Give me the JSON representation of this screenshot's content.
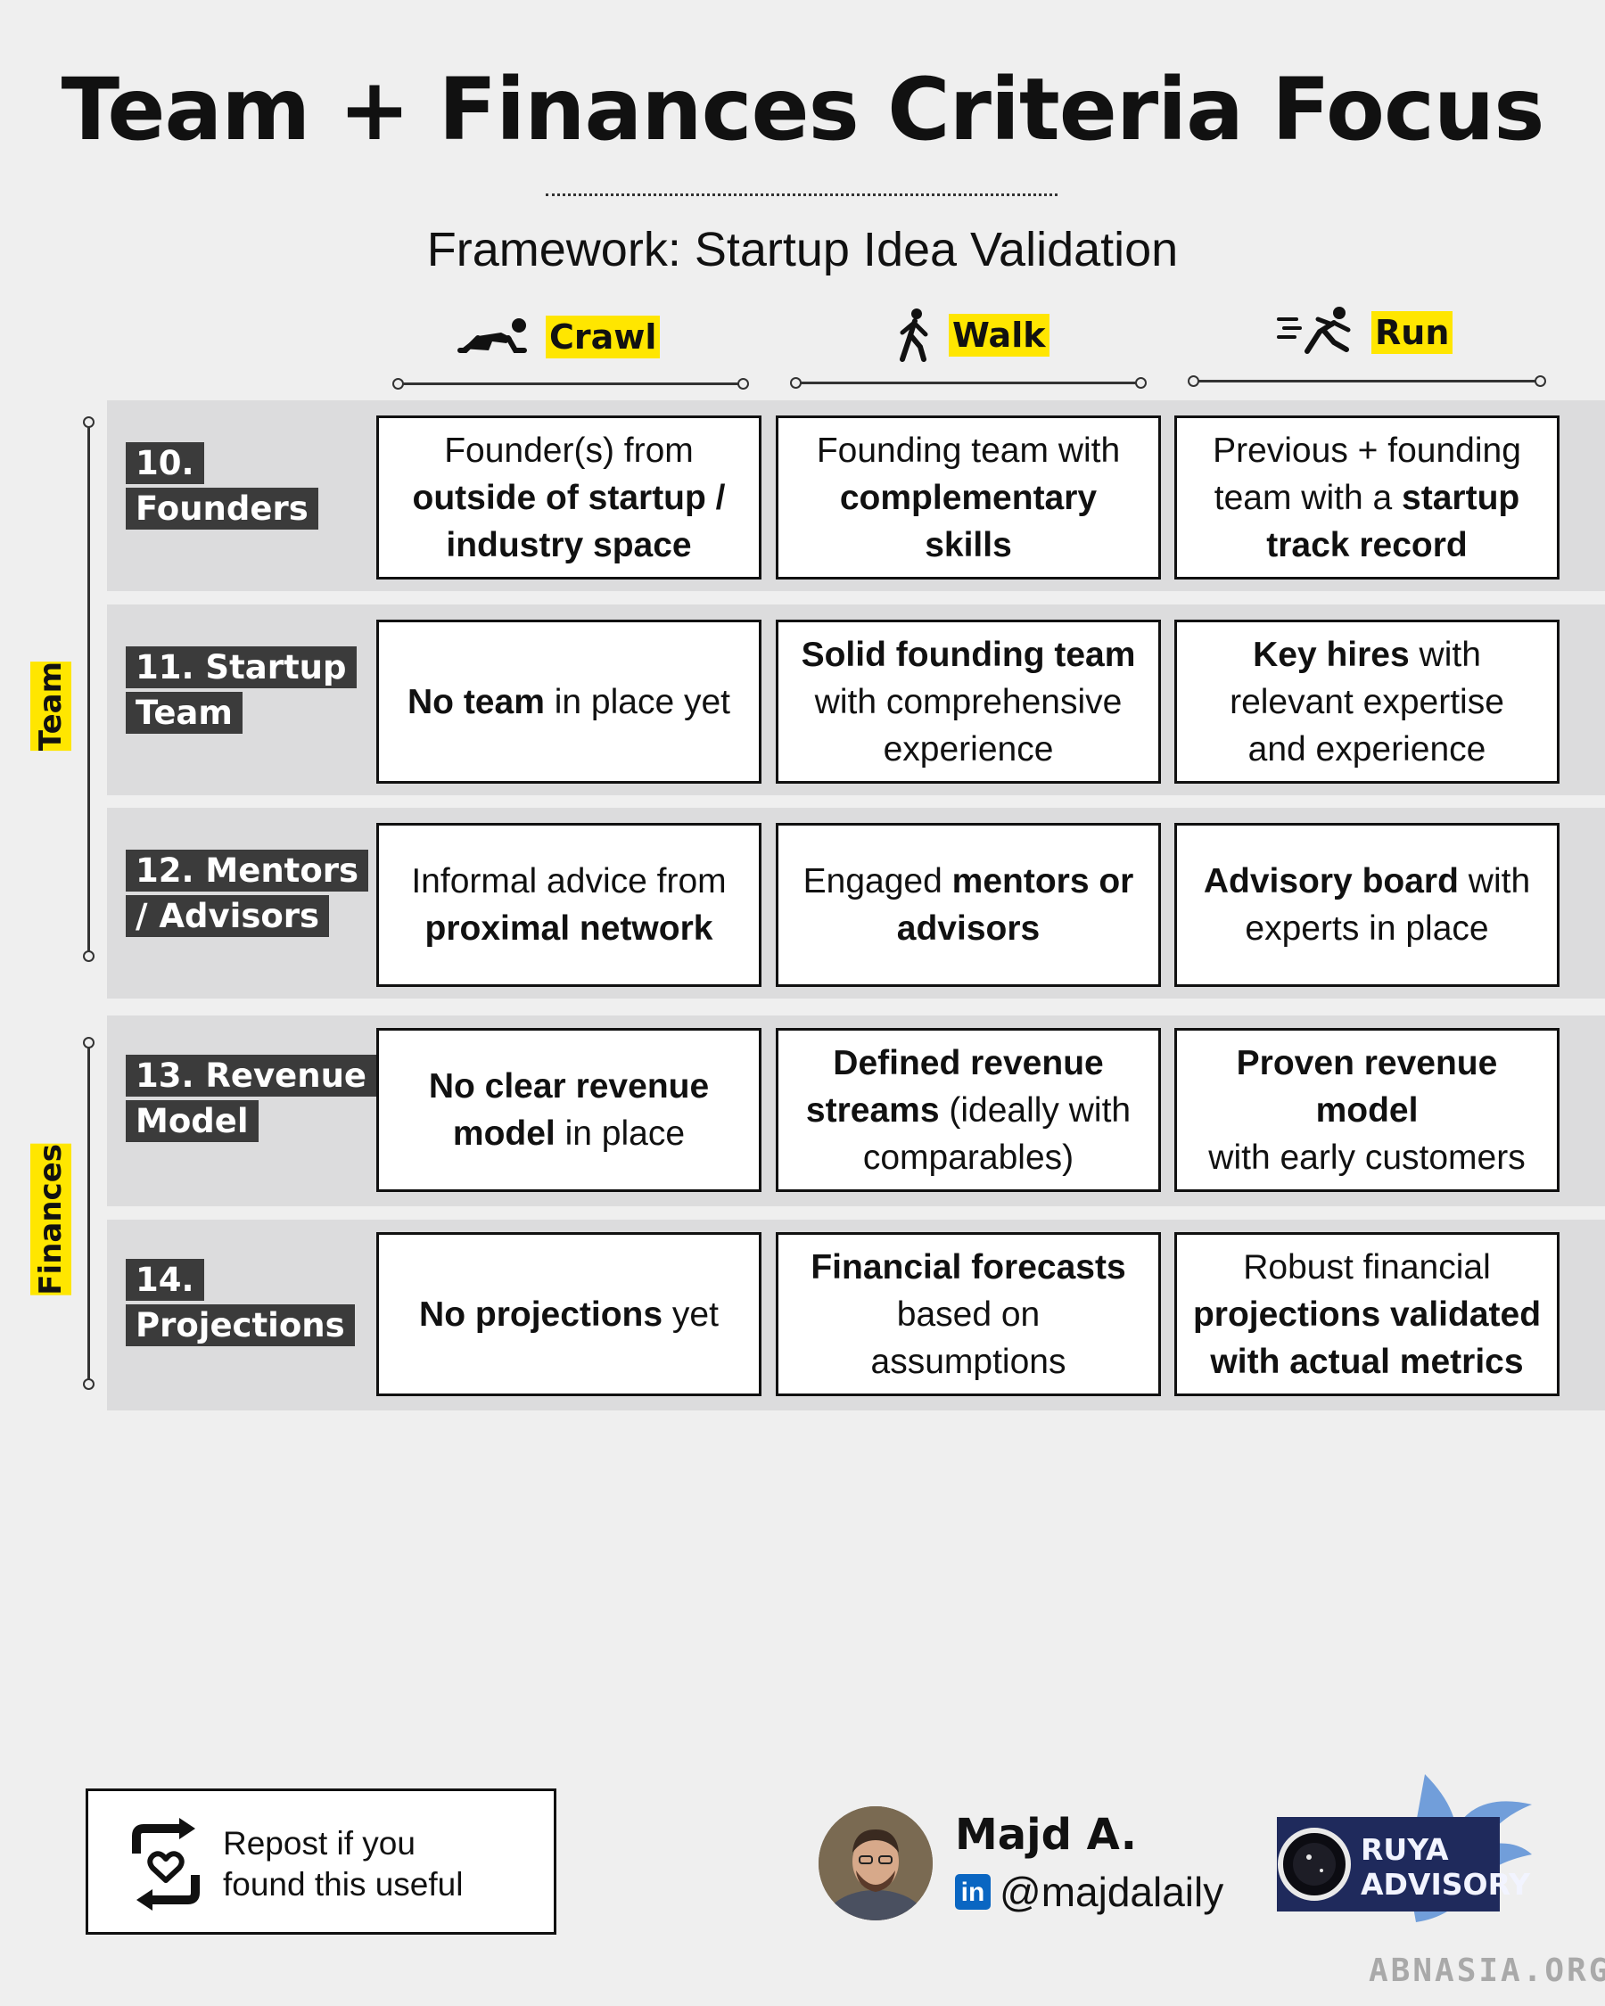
{
  "title": "Team + Finances Criteria Focus",
  "subtitle": "Framework: Startup Idea Validation",
  "stages": [
    {
      "label": "Crawl",
      "icon": "crawling-person-icon"
    },
    {
      "label": "Walk",
      "icon": "walking-person-icon"
    },
    {
      "label": "Run",
      "icon": "running-person-icon"
    }
  ],
  "groups": [
    {
      "label": "Team"
    },
    {
      "label": "Finances"
    }
  ],
  "rows": [
    {
      "label_lines": [
        "10.",
        "Founders"
      ],
      "cells": [
        [
          [
            {
              "t": "Founder(s) from",
              "b": false
            }
          ],
          [
            {
              "t": "outside of startup /",
              "b": true
            }
          ],
          [
            {
              "t": "industry space",
              "b": true
            }
          ]
        ],
        [
          [
            {
              "t": "Founding team with",
              "b": false
            }
          ],
          [
            {
              "t": "complementary",
              "b": true
            }
          ],
          [
            {
              "t": "skills",
              "b": true
            }
          ]
        ],
        [
          [
            {
              "t": "Previous +  founding",
              "b": false
            }
          ],
          [
            {
              "t": "team with a ",
              "b": false
            },
            {
              "t": "startup",
              "b": true
            }
          ],
          [
            {
              "t": "track record",
              "b": true
            }
          ]
        ]
      ]
    },
    {
      "label_lines": [
        "11. Startup",
        "Team"
      ],
      "cells": [
        [
          [
            {
              "t": "No team",
              "b": true
            },
            {
              "t": " in place yet",
              "b": false
            }
          ]
        ],
        [
          [
            {
              "t": "Solid founding team",
              "b": true
            }
          ],
          [
            {
              "t": "with comprehensive",
              "b": false
            }
          ],
          [
            {
              "t": "experience",
              "b": false
            }
          ]
        ],
        [
          [
            {
              "t": "Key hires",
              "b": true
            },
            {
              "t": " with",
              "b": false
            }
          ],
          [
            {
              "t": "relevant expertise",
              "b": false
            }
          ],
          [
            {
              "t": "and experience",
              "b": false
            }
          ]
        ]
      ]
    },
    {
      "label_lines": [
        "12. Mentors",
        "/ Advisors"
      ],
      "cells": [
        [
          [
            {
              "t": "Informal advice from",
              "b": false
            }
          ],
          [
            {
              "t": "proximal network",
              "b": true
            }
          ]
        ],
        [
          [
            {
              "t": "Engaged ",
              "b": false
            },
            {
              "t": "mentors or",
              "b": true
            }
          ],
          [
            {
              "t": "advisors",
              "b": true
            }
          ]
        ],
        [
          [
            {
              "t": "Advisory board",
              "b": true
            },
            {
              "t": " with",
              "b": false
            }
          ],
          [
            {
              "t": "experts in place",
              "b": false
            }
          ]
        ]
      ]
    },
    {
      "label_lines": [
        "13. Revenue",
        "Model"
      ],
      "cells": [
        [
          [
            {
              "t": "No clear revenue",
              "b": true
            }
          ],
          [
            {
              "t": "model",
              "b": true
            },
            {
              "t": " in place",
              "b": false
            }
          ]
        ],
        [
          [
            {
              "t": "Defined revenue",
              "b": true
            }
          ],
          [
            {
              "t": "streams",
              "b": true
            },
            {
              "t": " (ideally with",
              "b": false
            }
          ],
          [
            {
              "t": "comparables)",
              "b": false
            }
          ]
        ],
        [
          [
            {
              "t": "Proven revenue",
              "b": true
            }
          ],
          [
            {
              "t": "model",
              "b": true
            }
          ],
          [
            {
              "t": "with early customers",
              "b": false
            }
          ]
        ]
      ]
    },
    {
      "label_lines": [
        "14.",
        "Projections"
      ],
      "cells": [
        [
          [
            {
              "t": "No projections",
              "b": true
            },
            {
              "t": " yet",
              "b": false
            }
          ]
        ],
        [
          [
            {
              "t": "Financial forecasts",
              "b": true
            }
          ],
          [
            {
              "t": "based on",
              "b": false
            }
          ],
          [
            {
              "t": "assumptions",
              "b": false
            }
          ]
        ],
        [
          [
            {
              "t": "Robust financial",
              "b": false
            }
          ],
          [
            {
              "t": "projections validated",
              "b": true
            }
          ],
          [
            {
              "t": "with actual metrics",
              "b": true
            }
          ]
        ]
      ]
    }
  ],
  "footer": {
    "repost_lines": [
      "Repost if you",
      "found this useful"
    ],
    "author_name": "Majd A.",
    "author_handle": "@majdalaily",
    "linkedin_label": "in",
    "logo_lines": [
      "RUYA",
      "ADVISORY"
    ],
    "watermark": "ABNASIA.ORG"
  },
  "colors": {
    "highlight": "#ffe600",
    "label_bg": "#3b3b3b",
    "band_bg": "#dcdcdd",
    "page_bg": "#efefef",
    "logo_navy": "#1f2a5c",
    "logo_blue": "#5b8fd6"
  }
}
